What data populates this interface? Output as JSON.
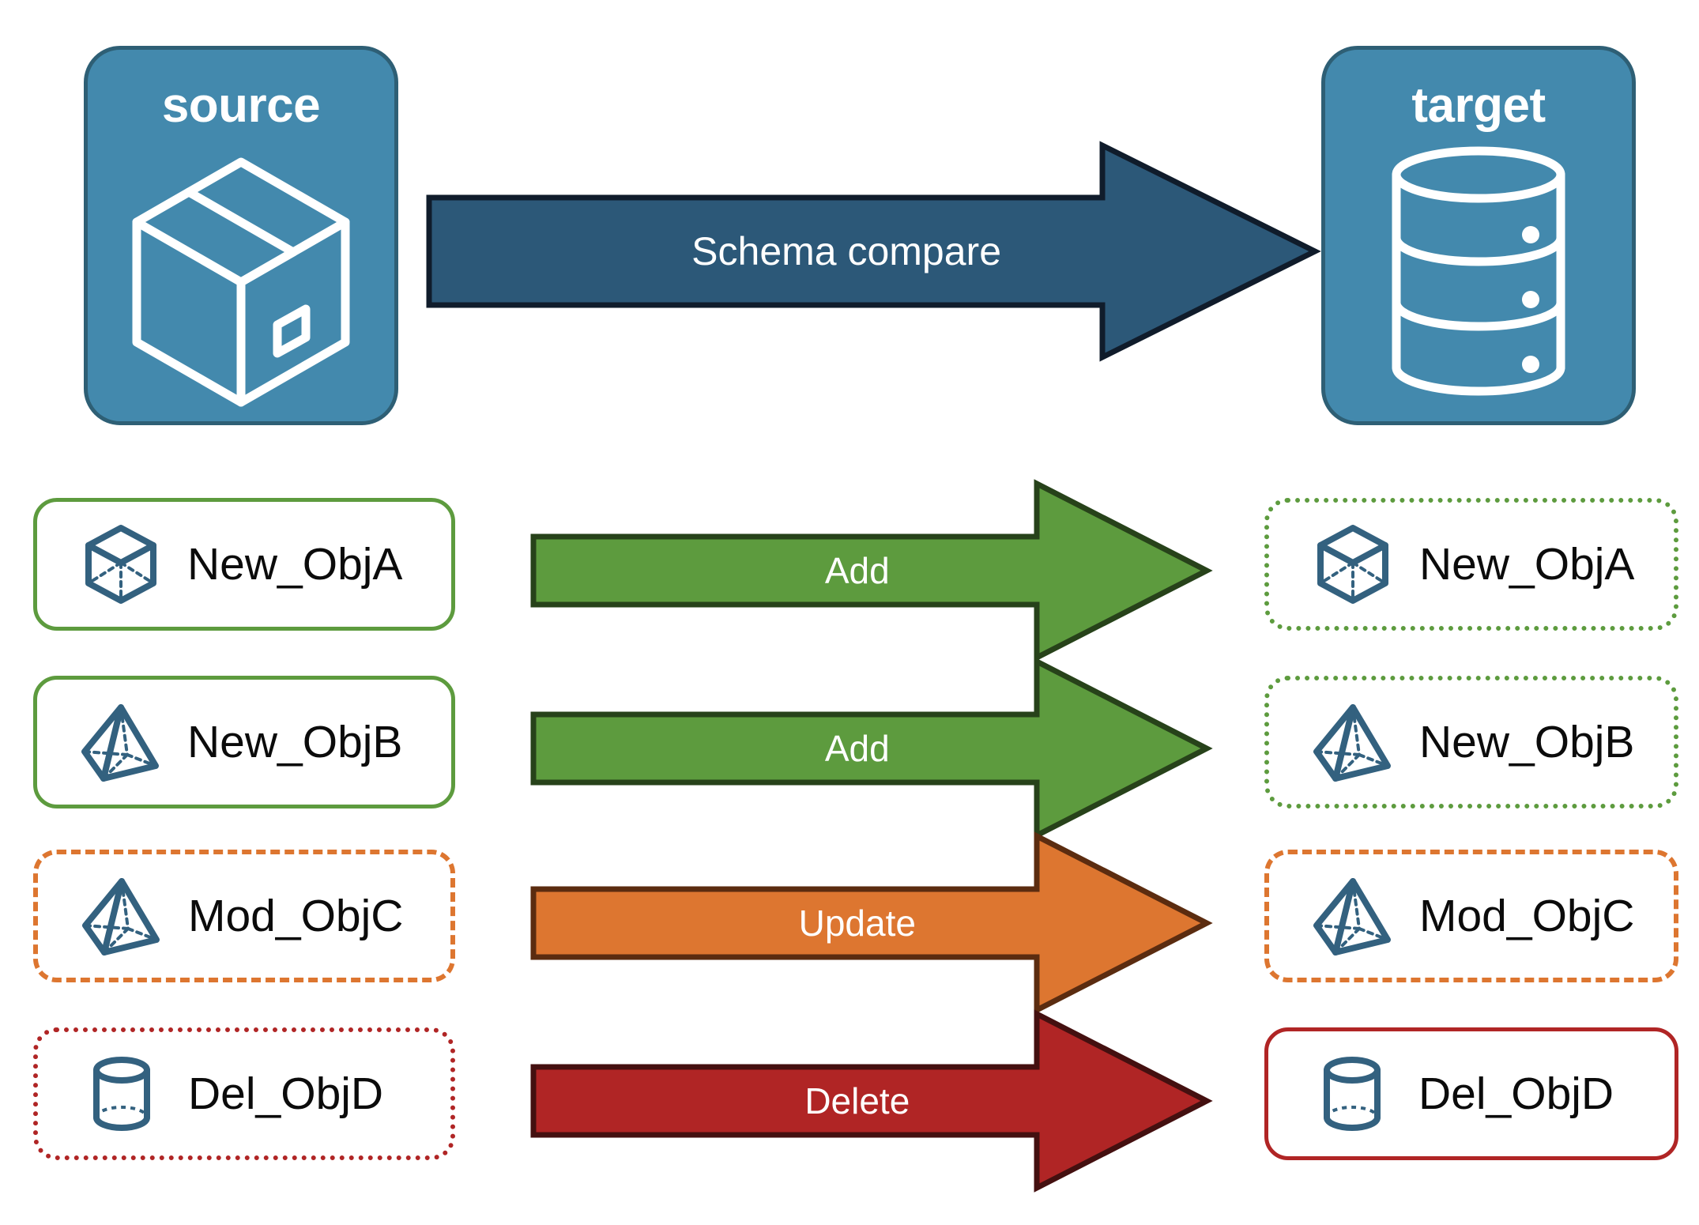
{
  "diagram": {
    "title": "Schema compare source to target",
    "colors": {
      "endpoint_fill": "#4389AD",
      "endpoint_stroke": "#2E5F75",
      "compare_arrow_fill": "#2C5878",
      "compare_arrow_stroke": "#101C2B",
      "add_fill": "#5D9B3E",
      "add_stroke": "#27421A",
      "update_fill": "#DD7630",
      "update_stroke": "#5B2C10",
      "delete_fill": "#B02525",
      "delete_stroke": "#441010",
      "object_icon": "#33617F",
      "label_text": "#0b0b0b",
      "arrow_text": "#ffffff"
    }
  },
  "endpoints": {
    "source": {
      "title": "source",
      "icon": "package-box-icon"
    },
    "target": {
      "title": "target",
      "icon": "database-cylinder-icon"
    }
  },
  "compare_arrow": {
    "label": "Schema compare",
    "icon": "right-arrow-icon"
  },
  "rows": [
    {
      "operation": "Add",
      "arrow_icon": "right-arrow-icon",
      "source": {
        "label": "New_ObjA",
        "icon": "wireframe-cube-icon",
        "border_style": "solid",
        "border_color": "#5D9B3E"
      },
      "target": {
        "label": "New_ObjA",
        "icon": "wireframe-cube-icon",
        "border_style": "dotted",
        "border_color": "#5D9B3E"
      }
    },
    {
      "operation": "Add",
      "arrow_icon": "right-arrow-icon",
      "source": {
        "label": "New_ObjB",
        "icon": "wireframe-pyramid-icon",
        "border_style": "solid",
        "border_color": "#5D9B3E"
      },
      "target": {
        "label": "New_ObjB",
        "icon": "wireframe-pyramid-icon",
        "border_style": "dotted",
        "border_color": "#5D9B3E"
      }
    },
    {
      "operation": "Update",
      "arrow_icon": "right-arrow-icon",
      "source": {
        "label": "Mod_ObjC",
        "icon": "wireframe-pyramid-icon",
        "border_style": "dashed",
        "border_color": "#DD7630"
      },
      "target": {
        "label": "Mod_ObjC",
        "icon": "wireframe-pyramid-icon",
        "border_style": "dashed",
        "border_color": "#DD7630"
      }
    },
    {
      "operation": "Delete",
      "arrow_icon": "right-arrow-icon",
      "source": {
        "label": "Del_ObjD",
        "icon": "wireframe-cylinder-icon",
        "border_style": "dotted",
        "border_color": "#B02525"
      },
      "target": {
        "label": "Del_ObjD",
        "icon": "wireframe-cylinder-icon",
        "border_style": "solid",
        "border_color": "#B02525"
      }
    }
  ]
}
